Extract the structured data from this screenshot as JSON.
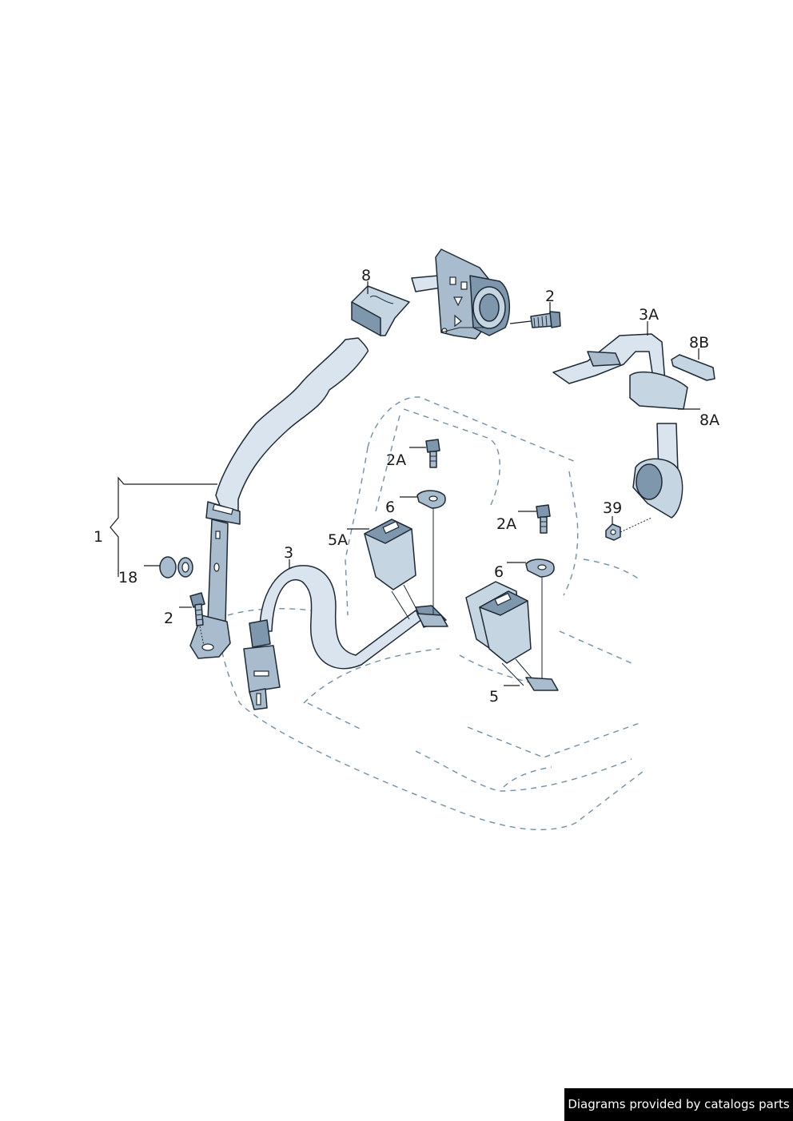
{
  "callouts": {
    "c8": "8",
    "c2_top": "2",
    "c3A": "3A",
    "c8B": "8B",
    "c8A": "8A",
    "c2A_left": "2A",
    "c6_left": "6",
    "c1": "1",
    "c5A": "5A",
    "c3": "3",
    "c18": "18",
    "c2_left": "2",
    "c39": "39",
    "c2A_right": "2A",
    "c6_right": "6",
    "c5": "5"
  },
  "footer": {
    "credit": "Diagrams provided by catalogs parts"
  },
  "colors": {
    "line": "#1a1a1a",
    "seat_outline": "#6f8fa8",
    "part_fill": "#d9e4ee",
    "metal_fill": "#a9bccd",
    "credit_background": "#000000",
    "credit_text": "#ffffff"
  }
}
